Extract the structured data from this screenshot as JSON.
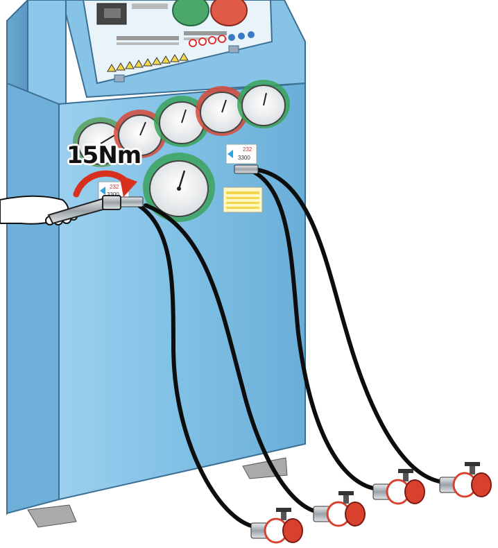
{
  "torque_label": "15Nm",
  "port_tags": [
    {
      "top": "232",
      "bottom": "3300"
    },
    {
      "top": "232",
      "bottom": "3300"
    }
  ],
  "colors": {
    "cabinet": "#7fbfe3",
    "cabinet_dark": "#5a9fcb",
    "outline": "#3b6f93",
    "hose": "#0d0d0d",
    "valve_red": "#d9412f",
    "gauge_green": "#3aa35a",
    "gauge_red": "#d84a3a",
    "arrow_red": "#d8301f",
    "warning_yellow": "#f3d64a"
  },
  "icons": [
    "wrench-icon",
    "hand-icon",
    "pressure-gauge-icon",
    "hose-icon",
    "valve-icon",
    "warning-icon",
    "rotation-arrow-icon"
  ]
}
